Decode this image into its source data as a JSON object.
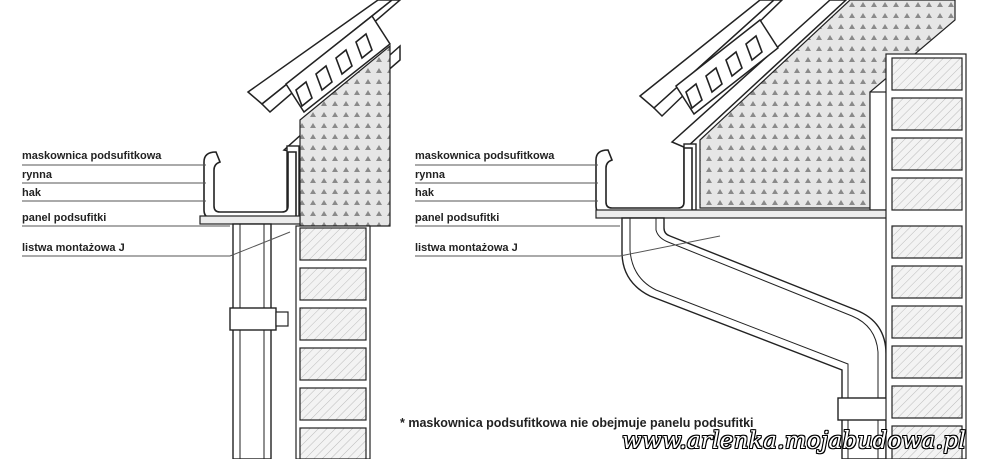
{
  "left_panel": {
    "labels": [
      {
        "key": "soffit_cover",
        "text": "maskownica podsufitkowa"
      },
      {
        "key": "gutter",
        "text": "rynna"
      },
      {
        "key": "hook",
        "text": "hak"
      },
      {
        "key": "soffit_panel",
        "text": "panel podsufitki"
      },
      {
        "key": "j_trim",
        "text": "listwa montażowa J"
      }
    ]
  },
  "right_panel": {
    "labels": [
      {
        "key": "soffit_cover",
        "text": "maskownica podsufitkowa"
      },
      {
        "key": "gutter",
        "text": "rynna"
      },
      {
        "key": "hook",
        "text": "hak"
      },
      {
        "key": "soffit_panel",
        "text": "panel podsufitki"
      },
      {
        "key": "j_trim",
        "text": "listwa montażowa J"
      }
    ]
  },
  "footnote": "* maskownica podsufitkowa nie obejmuje panelu podsufitki",
  "watermark": "www.arlenka.mojabudowa.pl"
}
